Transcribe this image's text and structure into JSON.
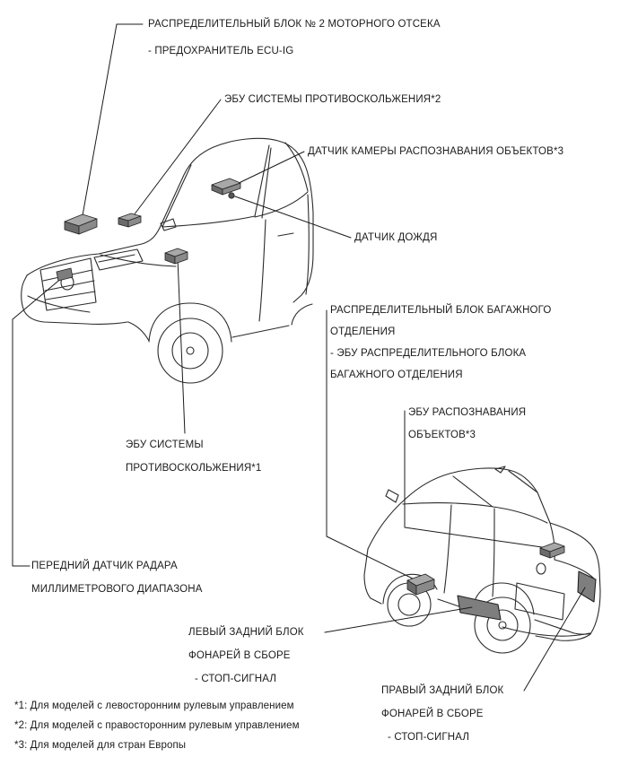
{
  "colors": {
    "background": "#ffffff",
    "ink": "#1b1b1b",
    "component_fill": "#7a7a7a"
  },
  "illustrations": {
    "front_car": "sedan-front-three-quarter-view",
    "rear_car": "sedan-rear-three-quarter-view"
  },
  "callouts": {
    "engine_junction_block": {
      "lines": [
        "РАСПРЕДЕЛИТЕЛЬНЫЙ БЛОК № 2 МОТОРНОГО ОТСЕКА",
        "- ПРЕДОХРАНИТЕЛЬ ECU-IG"
      ]
    },
    "skid_control_ecu_2": {
      "lines": [
        "ЭБУ СИСТЕМЫ ПРОТИВОСКОЛЬЖЕНИЯ*2"
      ]
    },
    "camera_sensor": {
      "lines": [
        "ДАТЧИК КАМЕРЫ РАСПОЗНАВАНИЯ ОБЪЕКТОВ*3"
      ]
    },
    "rain_sensor": {
      "lines": [
        "ДАТЧИК ДОЖДЯ"
      ]
    },
    "trunk_junction_block": {
      "lines": [
        "РАСПРЕДЕЛИТЕЛЬНЫЙ БЛОК БАГАЖНОГО",
        "ОТДЕЛЕНИЯ",
        "- ЭБУ РАСПРЕДЕЛИТЕЛЬНОГО БЛОКА",
        "БАГАЖНОГО ОТДЕЛЕНИЯ"
      ]
    },
    "object_recognition_ecu": {
      "lines": [
        "ЭБУ РАСПОЗНАВАНИЯ",
        "ОБЪЕКТОВ*3"
      ]
    },
    "skid_control_ecu_1": {
      "lines": [
        "ЭБУ СИСТЕМЫ",
        "ПРОТИВОСКОЛЬЖЕНИЯ*1"
      ]
    },
    "front_radar_sensor": {
      "lines": [
        "ПЕРЕДНИЙ ДАТЧИК РАДАРА",
        "МИЛЛИМЕТРОВОГО ДИАПАЗОНА"
      ]
    },
    "left_rear_light": {
      "lines": [
        "ЛЕВЫЙ ЗАДНИЙ БЛОК",
        "ФОНАРЕЙ В СБОРЕ",
        "- СТОП-СИГНАЛ"
      ]
    },
    "right_rear_light": {
      "lines": [
        "ПРАВЫЙ ЗАДНИЙ БЛОК",
        "ФОНАРЕЙ В СБОРЕ",
        "- СТОП-СИГНАЛ"
      ]
    }
  },
  "footnotes": [
    "*1: Для моделей с левосторонним рулевым управлением",
    "*2: Для моделей с правосторонним рулевым управлением",
    "*3: Для моделей для стран Европы"
  ]
}
